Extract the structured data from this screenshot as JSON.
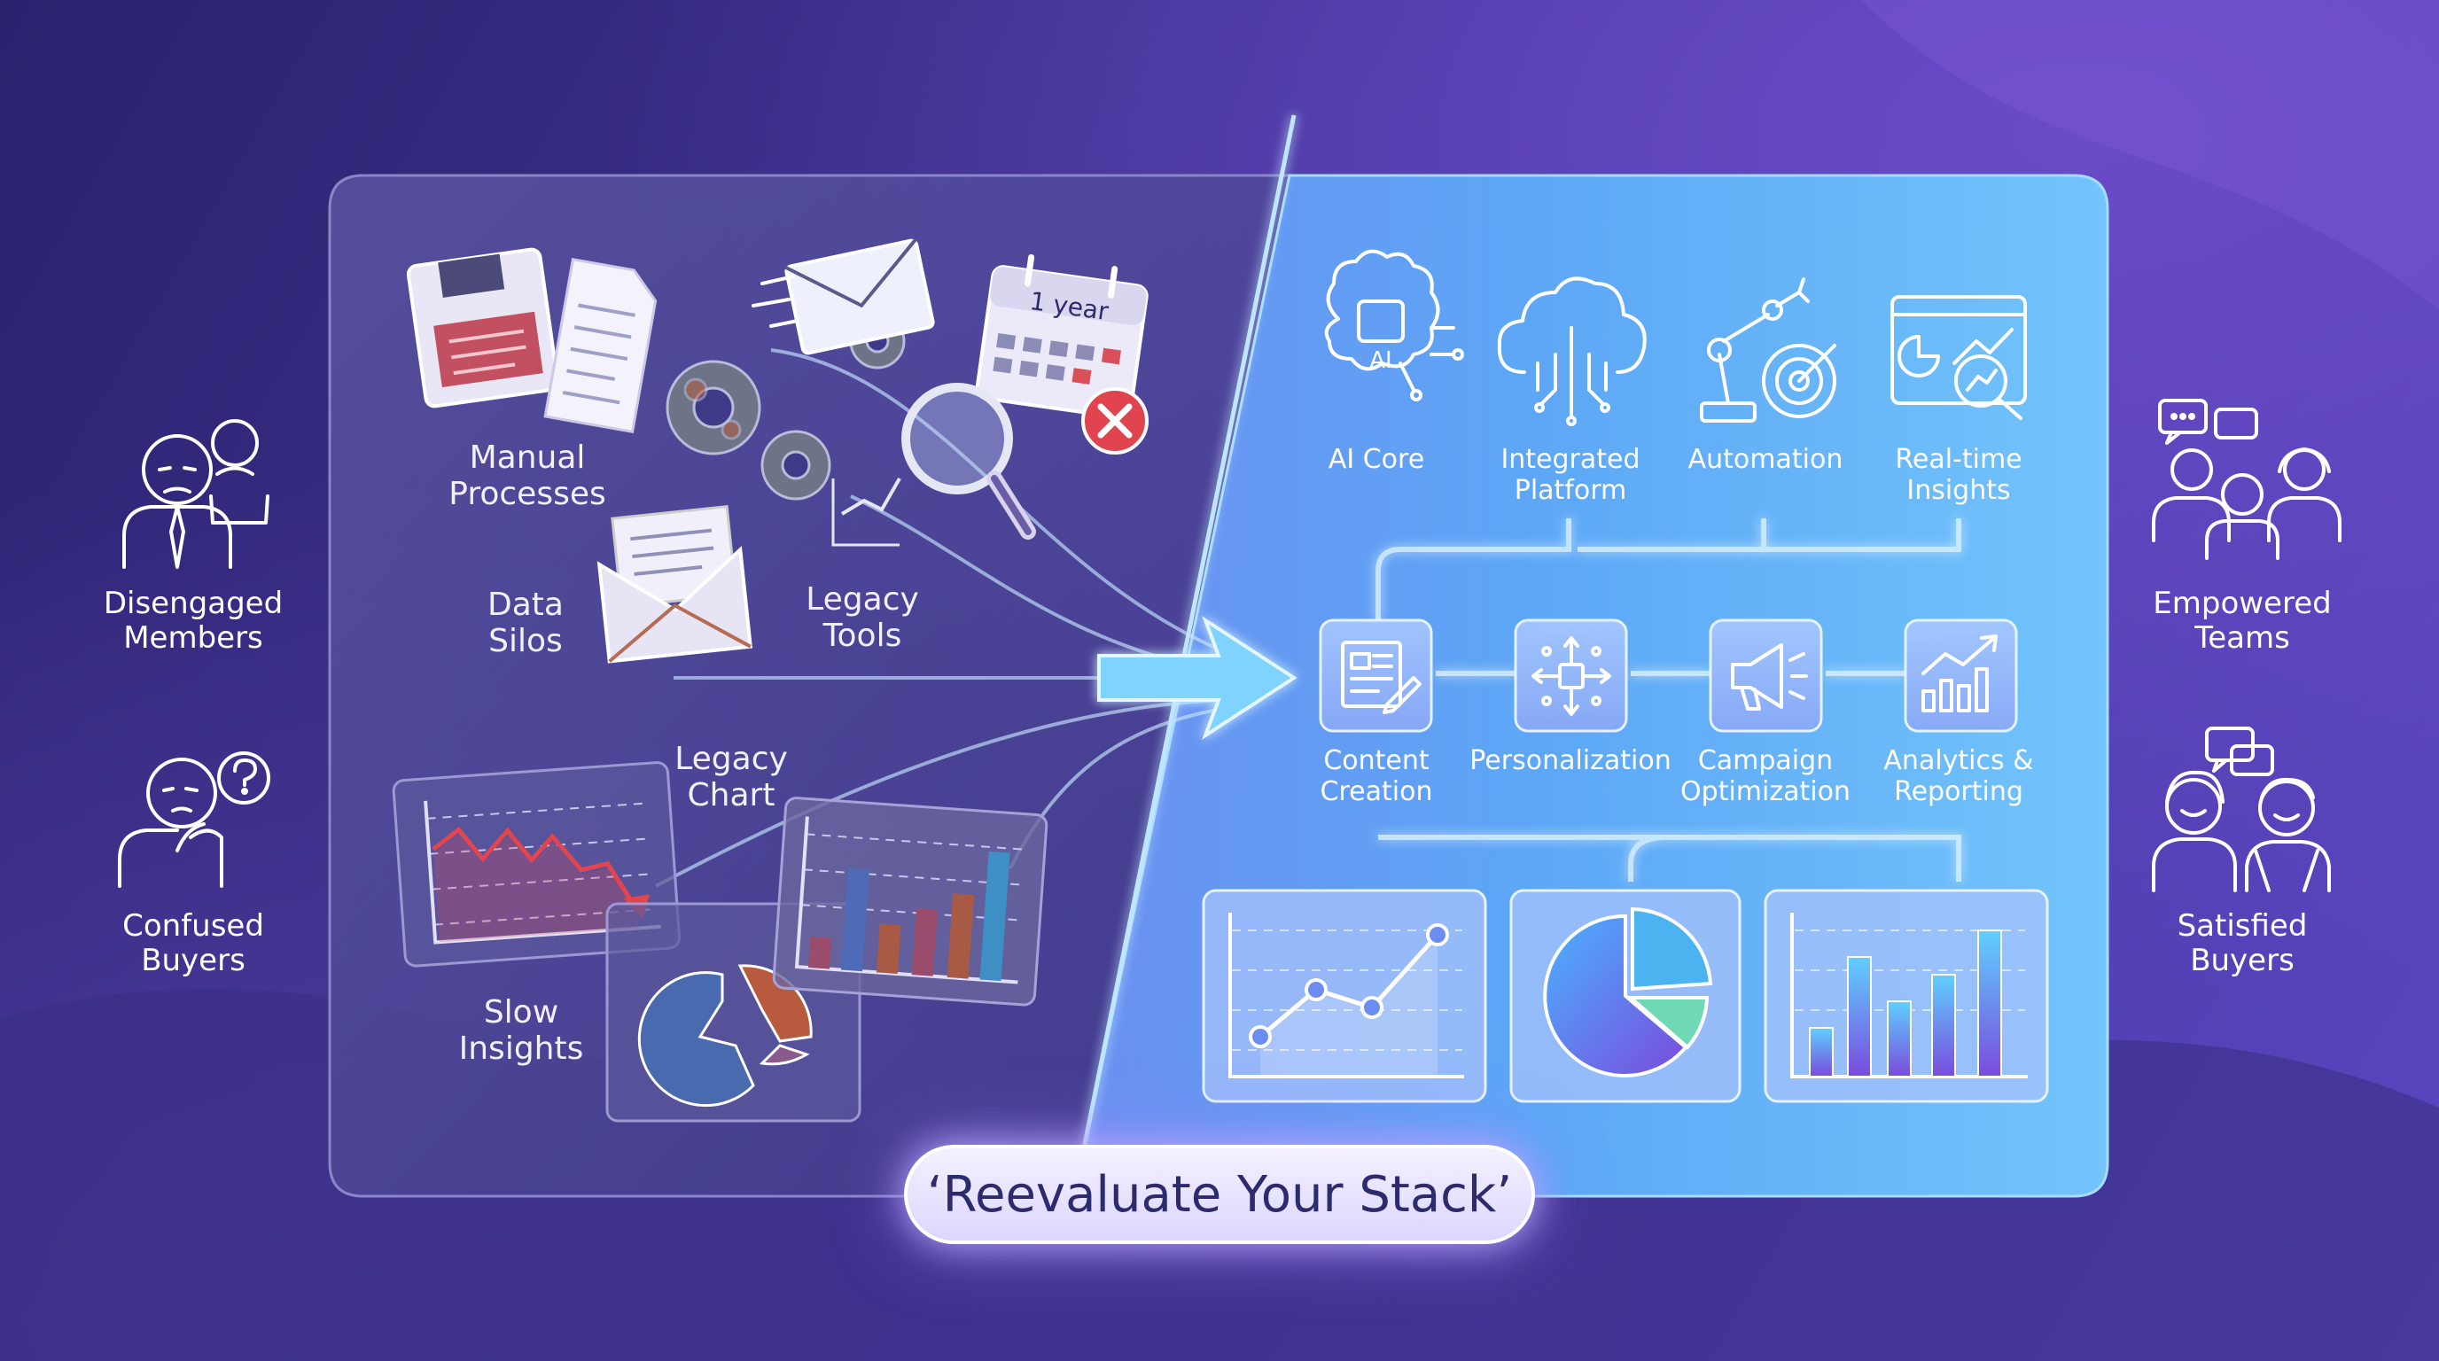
{
  "audience_before": [
    {
      "lines": [
        "Disengaged",
        "Members"
      ],
      "icon": "disengaged-members-icon"
    },
    {
      "lines": [
        "Confused",
        "Buyers"
      ],
      "icon": "confused-buyers-icon"
    }
  ],
  "audience_after": [
    {
      "lines": [
        "Empowered",
        "Teams"
      ],
      "icon": "empowered-teams-icon"
    },
    {
      "lines": [
        "Satisfied",
        "Buyers"
      ],
      "icon": "satisfied-buyers-icon"
    }
  ],
  "legacy": {
    "manual_processes": [
      "Manual",
      "Processes"
    ],
    "data_silos": [
      "Data",
      "Silos"
    ],
    "legacy_tools": [
      "Legacy",
      "Tools"
    ],
    "legacy_chart": [
      "Legacy",
      "Chart"
    ],
    "slow_insights": [
      "Slow",
      "Insights"
    ],
    "calendar_label": "1 year",
    "ai_badge": "AI"
  },
  "platform_top": [
    {
      "lines": [
        "AI Core"
      ],
      "icon": "ai-brain-icon"
    },
    {
      "lines": [
        "Integrated",
        "Platform"
      ],
      "icon": "cloud-network-icon"
    },
    {
      "lines": [
        "Automation"
      ],
      "icon": "robot-arm-icon"
    },
    {
      "lines": [
        "Real-time",
        "Insights"
      ],
      "icon": "dashboard-analytics-icon"
    }
  ],
  "platform_mid": [
    {
      "lines": [
        "Content",
        "Creation"
      ],
      "icon": "content-creation-icon"
    },
    {
      "lines": [
        "Personalization"
      ],
      "icon": "personalization-icon"
    },
    {
      "lines": [
        "Campaign",
        "Optimization"
      ],
      "icon": "megaphone-icon"
    },
    {
      "lines": [
        "Analytics &",
        "Reporting"
      ],
      "icon": "analytics-chart-icon"
    }
  ],
  "cta": "‘Reevaluate Your Stack’",
  "colors": {
    "cta_text": "#2e2a6e",
    "accent_blue": "#5ab8ff",
    "alert_red": "#e0454f"
  }
}
